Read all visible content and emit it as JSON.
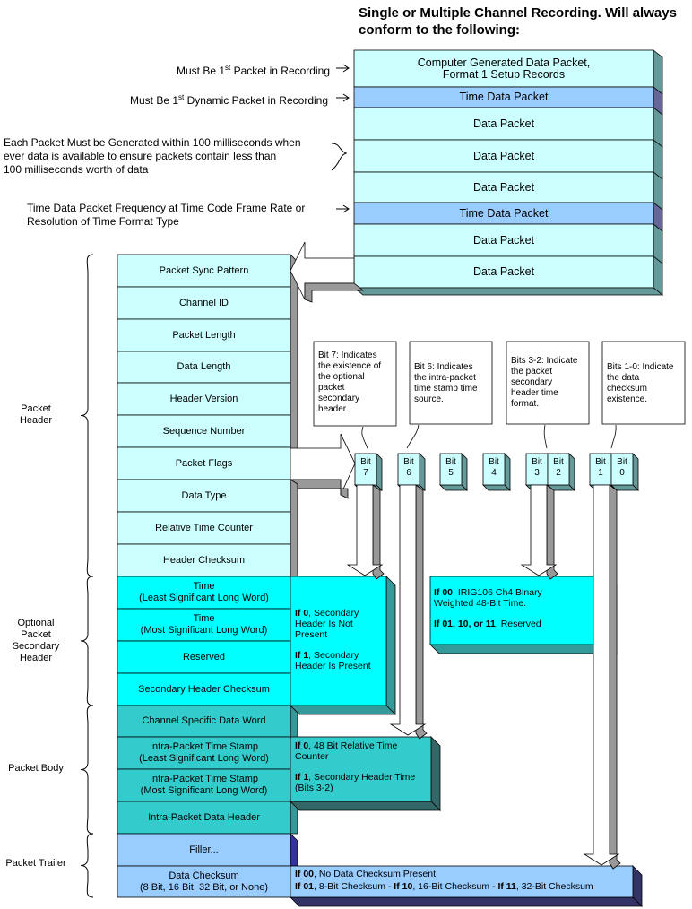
{
  "title": "Single or Multiple Channel Recording. Will always conform to the following:",
  "annotations": {
    "first_packet_prefix": "Must Be 1",
    "first_packet_sup": "st",
    "first_packet_suffix": " Packet in Recording",
    "first_dynamic_prefix": "Must Be 1",
    "first_dynamic_sup": "st",
    "first_dynamic_suffix": " Dynamic Packet in Recording",
    "generation_line1": "Each Packet Must be Generated within 100 milliseconds when",
    "generation_line2": "ever data is available to ensure packets contain less than",
    "generation_line3": "100 milliseconds worth of data",
    "frequency_line1": "Time Data Packet Frequency at Time Code Frame Rate or",
    "frequency_line2": "Resolution of Time Format Type"
  },
  "recording_stack": [
    {
      "line1": "Computer Generated Data Packet,",
      "line2": "Format 1 Setup Records",
      "color": "#ccffff"
    },
    {
      "line1": "Time Data Packet",
      "line2": "",
      "color": "#99ccff"
    },
    {
      "line1": "Data Packet",
      "line2": "",
      "color": "#ccffff"
    },
    {
      "line1": "Data Packet",
      "line2": "",
      "color": "#ccffff"
    },
    {
      "line1": "Data Packet",
      "line2": "",
      "color": "#ccffff"
    },
    {
      "line1": "Time Data Packet",
      "line2": "",
      "color": "#99ccff"
    },
    {
      "line1": "Data Packet",
      "line2": "",
      "color": "#ccffff"
    },
    {
      "line1": "Data Packet",
      "line2": "",
      "color": "#ccffff"
    }
  ],
  "sections": {
    "header_line1": "Packet",
    "header_line2": "Header",
    "secondary_line1": "Optional",
    "secondary_line2": "Packet",
    "secondary_line3": "Secondary",
    "secondary_line4": "Header",
    "body": "Packet Body",
    "trailer": "Packet Trailer"
  },
  "packet_fields": [
    {
      "line1": "Packet Sync Pattern",
      "line2": "",
      "color": "#ccffff"
    },
    {
      "line1": "Channel ID",
      "line2": "",
      "color": "#ccffff"
    },
    {
      "line1": "Packet Length",
      "line2": "",
      "color": "#ccffff"
    },
    {
      "line1": "Data Length",
      "line2": "",
      "color": "#ccffff"
    },
    {
      "line1": "Header Version",
      "line2": "",
      "color": "#ccffff"
    },
    {
      "line1": "Sequence Number",
      "line2": "",
      "color": "#ccffff"
    },
    {
      "line1": "Packet Flags",
      "line2": "",
      "color": "#ccffff"
    },
    {
      "line1": "Data Type",
      "line2": "",
      "color": "#ccffff"
    },
    {
      "line1": "Relative Time Counter",
      "line2": "",
      "color": "#ccffff"
    },
    {
      "line1": "Header Checksum",
      "line2": "",
      "color": "#ccffff"
    },
    {
      "line1": "Time",
      "line2": "(Least Significant Long Word)",
      "color": "#00ffff"
    },
    {
      "line1": "Time",
      "line2": "(Most Significant Long Word)",
      "color": "#00ffff"
    },
    {
      "line1": "Reserved",
      "line2": "",
      "color": "#00ffff"
    },
    {
      "line1": "Secondary Header Checksum",
      "line2": "",
      "color": "#00ffff"
    },
    {
      "line1": "Channel Specific Data Word",
      "line2": "",
      "color": "#33cccc"
    },
    {
      "line1": "Intra-Packet Time Stamp",
      "line2": "(Least Significant Long Word)",
      "color": "#33cccc"
    },
    {
      "line1": "Intra-Packet Time Stamp",
      "line2": "(Most Significant Long Word)",
      "color": "#33cccc"
    },
    {
      "line1": "Intra-Packet Data Header",
      "line2": "",
      "color": "#33cccc"
    },
    {
      "line1": "Filler...",
      "line2": "",
      "color": "#99ccff"
    },
    {
      "line1": "Data Checksum",
      "line2": "(8 Bit, 16 Bit, 32 Bit, or None)",
      "color": "#99ccff"
    }
  ],
  "bit_notes": {
    "bit7": [
      "Bit 7: Indicates",
      "the existence of",
      "the optional",
      "packet",
      "secondary",
      "header."
    ],
    "bit6": [
      "Bit 6: Indicates",
      "the intra-packet",
      "time stamp time",
      "source."
    ],
    "bits32": [
      "Bits 3-2: Indicate",
      "the packet",
      "secondary",
      "header time",
      "format."
    ],
    "bits10": [
      "Bits 1-0: Indicate",
      "the data",
      "checksum",
      "existence."
    ]
  },
  "bits": [
    {
      "label": "Bit",
      "num": "7"
    },
    {
      "label": "Bit",
      "num": "6"
    },
    {
      "label": "Bit",
      "num": "5"
    },
    {
      "label": "Bit",
      "num": "4"
    },
    {
      "label": "Bit",
      "num": "3"
    },
    {
      "label": "Bit",
      "num": "2"
    },
    {
      "label": "Bit",
      "num": "1"
    },
    {
      "label": "Bit",
      "num": "0"
    }
  ],
  "secondary_box": {
    "if0_bold": "If 0",
    "if0_text1": ", Secondary",
    "if0_text2": "Header Is Not",
    "if0_text3": "Present",
    "if1_bold": "If 1",
    "if1_text1": ", Secondary",
    "if1_text2": "Header Is Present"
  },
  "time_format_box": {
    "if00_bold": "If 00",
    "if00_text1": ", IRIG106 Ch4 Binary",
    "if00_text2": "Weighted 48-Bit Time.",
    "if_reserved_bold": "If 01, 10, or 11",
    "if_reserved_text": ", Reserved"
  },
  "timestamp_box": {
    "if0_bold": "If 0",
    "if0_text1": ", 48 Bit Relative Time",
    "if0_text2": "Counter",
    "if1_bold": "If 1",
    "if1_text1": ", Secondary Header Time",
    "if1_text2": "(Bits 3-2)"
  },
  "checksum_box": {
    "line1_bold": "If 00",
    "line1_text": ", No Data Checksum Present.",
    "if01_bold": "If 01",
    "if01_text": ", 8-Bit Checksum - ",
    "if10_bold": "If 10",
    "if10_text": ", 16-Bit Checksum - ",
    "if11_bold": "If 11",
    "if11_text": ", 32-Bit Checksum"
  },
  "colors": {
    "light_cyan": "#ccffff",
    "cyan": "#00ffff",
    "teal": "#33cccc",
    "light_blue": "#99ccff",
    "shadow_gray": "#999999",
    "shadow_teal": "#339999",
    "shadow_navy": "#333399"
  }
}
